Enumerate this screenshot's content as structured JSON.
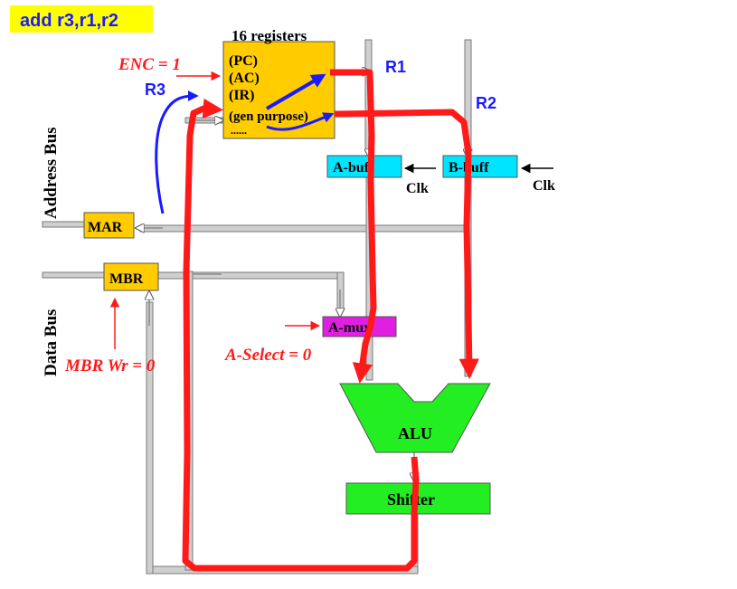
{
  "title": "add r3,r1,r2",
  "registers": {
    "heading": "16 registers",
    "entries": [
      "(PC)",
      "(AC)",
      "(IR)",
      "(gen purpose)",
      "......"
    ]
  },
  "labels": {
    "r1": "R1",
    "r2": "R2",
    "r3": "R3",
    "address_bus": "Address Bus",
    "data_bus": "Data Bus",
    "clk_a": "Clk",
    "clk_b": "Clk"
  },
  "blocks": {
    "a_buff": "A-buff",
    "b_buff": "B-buff",
    "mar": "MAR",
    "mbr": "MBR",
    "a_mux": "A-mux",
    "alu": "ALU",
    "shifter": "Shifter"
  },
  "controls": {
    "enc": "ENC = 1",
    "mbr_wr": "MBR Wr = 0",
    "a_select": "A-Select = 0"
  },
  "colors": {
    "title_bg": "#ffff00",
    "register_fill": "#ffcc00",
    "buffer_fill": "#00e5ff",
    "mux_fill": "#e020e0",
    "alu_fill": "#22ee22",
    "datapath_highlight": "#ff1a1a",
    "annotation_blue": "#1a1aff",
    "bus_gray": "#cfcfcf"
  }
}
